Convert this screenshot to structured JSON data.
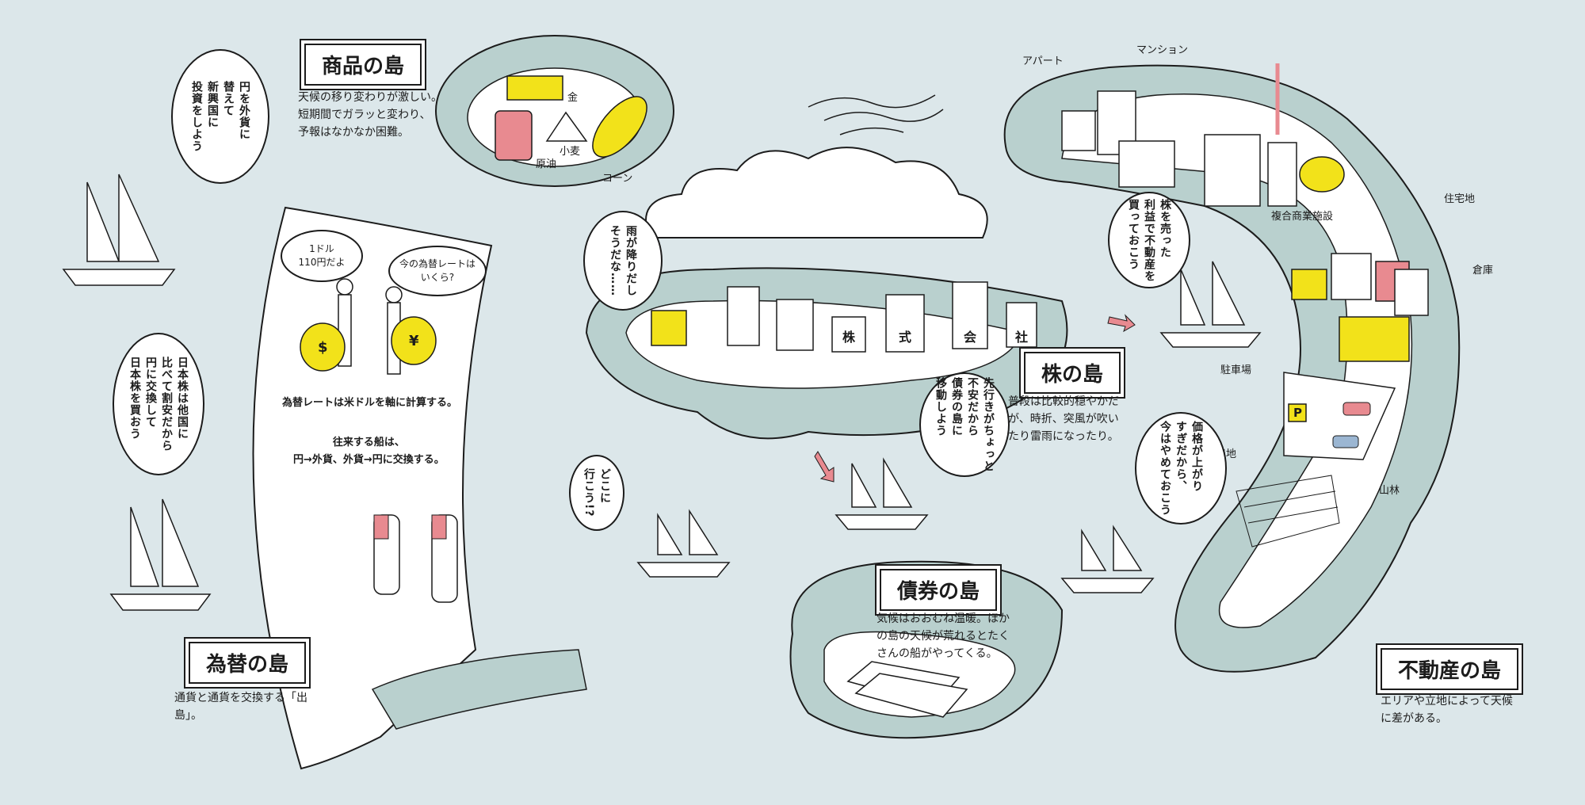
{
  "islands": {
    "commodity": {
      "title": "商品の島",
      "desc": "天候の移り変わりが激しい。\n短期間でガラッと変わり、\n予報はなかなか困難。",
      "labels": {
        "gold": "金",
        "wheat": "小麦",
        "oil": "原油",
        "corn": "コーン"
      }
    },
    "fx": {
      "title": "為替の島",
      "desc": "通貨と通貨を交換する「出\n島」。",
      "rate_note": "為替レートは米ドルを軸に計算する。",
      "ship_note": "往来する船は、\n円→外貨、外貨→円に交換する。",
      "speech_left": "1ドル\n110円だよ",
      "speech_right": "今の為替レートは\nいくら?",
      "bag_dollar": "$",
      "bag_yen": "¥"
    },
    "stock": {
      "title": "株の島",
      "desc": "普段は比較的穏やかだ\nが、時折、突風が吹い\nたり雷雨になったり。",
      "buildings": [
        "株",
        "式",
        "会",
        "社"
      ]
    },
    "bond": {
      "title": "債券の島",
      "desc": "気候はおおむね温暖。ほか\nの島の天候が荒れるとたく\nさんの船がやってくる。"
    },
    "realestate": {
      "title": "不動産の島",
      "desc": "エリアや立地によって天候\nに差がある。",
      "labels": {
        "apartment": "アパート",
        "mansion": "マンション",
        "complex": "複合商業施設",
        "residential": "住宅地",
        "warehouse": "倉庫",
        "parking": "駐車場",
        "farmland": "農地",
        "forest": "山林"
      },
      "parking_sign": "P"
    }
  },
  "bubbles": {
    "yen_to_foreign": "円を外貨に\n替えて\n新興国に\n投資をしよう",
    "japan_stock": "日本株は他国に\n比べて割安だから\n円に交換して\n日本株を買おう",
    "rain": "雨が降りだし\nそうだな……",
    "move_bond": "先行きがちょっと\n不安だから\n債券の島に\n移動しよう",
    "where": "どこに\n行こう!?",
    "sell_stock": "株を売った\n利益で不動産を\n買っておこう",
    "price_up": "価格が上がり\nすぎだから、\n今はやめておこう"
  },
  "colors": {
    "sea": "#dce7ea",
    "tree": "#b9d0ce",
    "accent_yellow": "#f2e21a",
    "accent_pink": "#e88a90",
    "ink": "#1c1c1c"
  }
}
